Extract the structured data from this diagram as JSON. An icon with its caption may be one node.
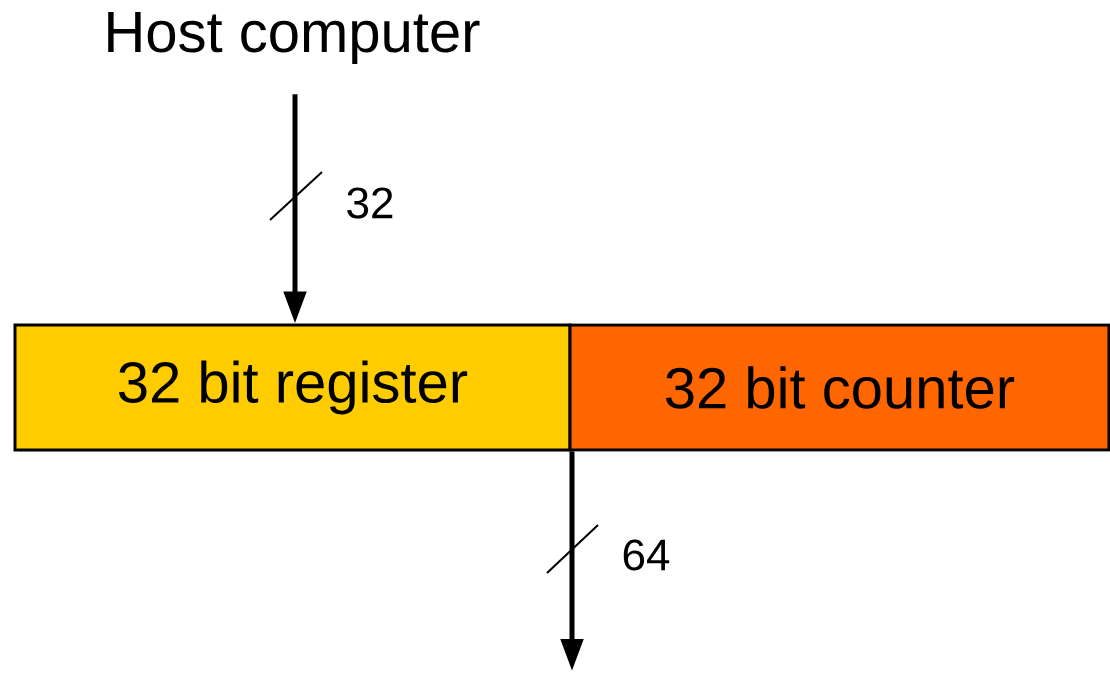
{
  "diagram": {
    "nodes": [
      {
        "text": [
          "Host computer"
        ]
      },
      {
        "text": [
          "32 bit register"
        ]
      },
      {
        "text": [
          "32 bit counter"
        ]
      }
    ],
    "edges": [
      {
        "from": 0,
        "to": 1,
        "arrow": "to",
        "label": "32"
      },
      {
        "from": 1,
        "to": null,
        "arrow": "to",
        "label": "64"
      }
    ]
  }
}
